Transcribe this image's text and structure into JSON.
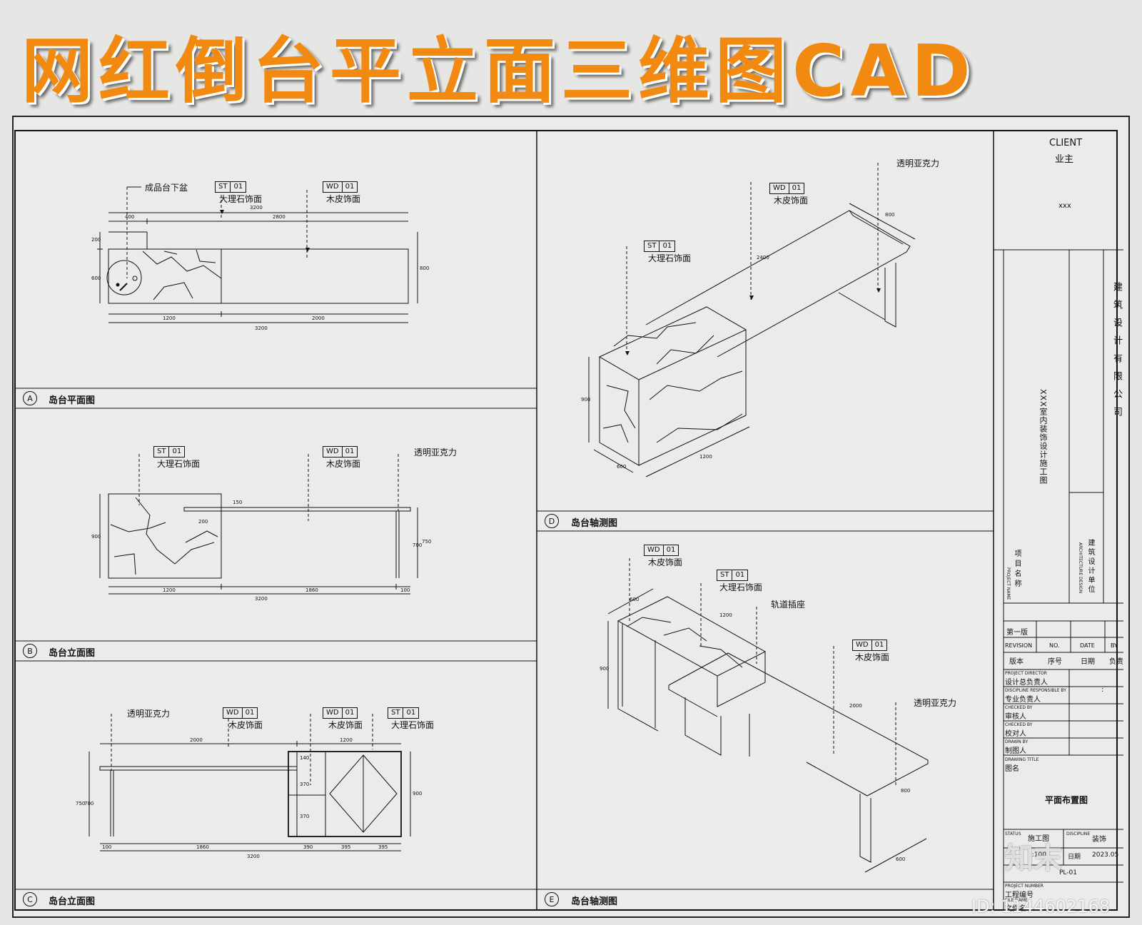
{
  "banner": {
    "title": "网红倒台平立面三维图CAD",
    "color": "#f28a12"
  },
  "views": {
    "a": {
      "letter": "A",
      "title": "岛台平面图",
      "labels": {
        "sink": "成品台下盆",
        "marble": "大理石饰面",
        "wood": "木皮饰面"
      },
      "dims": {
        "top_total": "3200",
        "top_left": "400",
        "top_right": "2800",
        "bot_left": "1200",
        "bot_right": "2000",
        "bot_total": "3200",
        "left_a": "200",
        "left_b": "600",
        "right": "800"
      }
    },
    "b": {
      "letter": "B",
      "title": "岛台立面图",
      "labels": {
        "marble": "大理石饰面",
        "wood": "木皮饰面",
        "acrylic": "透明亚克力"
      },
      "dims": {
        "bot_left": "1200",
        "bot_mid": "1860",
        "bot_right": "100",
        "bot_total": "3200",
        "left": "900",
        "top": "150",
        "overlap": "200",
        "right_a": "700",
        "right_b": "750"
      }
    },
    "c": {
      "letter": "C",
      "title": "岛台立面图",
      "labels": {
        "acrylic": "透明亚克力",
        "wood1": "木皮饰面",
        "wood2": "木皮饰面",
        "marble": "大理石饰面"
      },
      "dims": {
        "top_left": "2000",
        "top_right": "1200",
        "bot_a": "100",
        "bot_b": "1860",
        "bot_c": "390",
        "bot_d": "395",
        "bot_e": "395",
        "bot_total": "3200",
        "left_a": "750",
        "left_b": "700",
        "right": "900",
        "inner_a": "140",
        "inner_b": "370",
        "inner_c": "370"
      }
    },
    "d": {
      "letter": "D",
      "title": "岛台轴测图",
      "labels": {
        "acrylic": "透明亚克力",
        "wood": "木皮饰面",
        "marble": "大理石饰面"
      },
      "dims": {
        "top": "2400",
        "depth": "800",
        "height": "900",
        "d1": "600",
        "d2": "1200"
      }
    },
    "e": {
      "letter": "E",
      "title": "岛台轴测图",
      "labels": {
        "wood1": "木皮饰面",
        "marble": "大理石饰面",
        "socket": "轨道插座",
        "wood2": "木皮饰面",
        "acrylic": "透明亚克力"
      },
      "dims": {
        "d1": "600",
        "d2": "1200",
        "h": "900",
        "top": "2000",
        "depth": "800",
        "w": "600"
      }
    }
  },
  "tags": {
    "st": "ST",
    "wd": "WD",
    "num": "01"
  },
  "title_block": {
    "client_en": "CLIENT",
    "client_cn": "业主",
    "client_value": "xxx",
    "company": "建筑设计有限公司",
    "project_name": "XXX室内装饰设计施工图",
    "project_name_en": "PROJECT NAME",
    "project_name_cn": "项目名称",
    "arch_design_en": "ARCHITECTURE DESIGN",
    "arch_design_cn": "建筑设计单位",
    "revision_first": "第一版",
    "rev_headers_en": [
      "REVISION",
      "NO.",
      "DATE",
      "BY"
    ],
    "rev_headers_cn": [
      "版本",
      "序号",
      "日期",
      "负责"
    ],
    "roles": [
      {
        "en": "PROJECT DIRECTOR",
        "cn": "设计总负责人"
      },
      {
        "en": "DISCIPLINE RESPONSIBLE BY",
        "cn": "专业负责人"
      },
      {
        "en": "CHECKED BY",
        "cn": "审核人"
      },
      {
        "en": "CHECKED BY",
        "cn": "校对人"
      },
      {
        "en": "DRAWN BY",
        "cn": "制图人"
      }
    ],
    "colon": ":",
    "drawing_title_en": "DRAWING TITLE",
    "drawing_title_cn": "图名",
    "drawing_title": "平面布置图",
    "status_en": "STATUS",
    "status_cn": "施工图",
    "discipline_en": "DISCIPLINE",
    "discipline": "装饰",
    "scale": "1:100",
    "date_cn": "日期",
    "date": "2023.05",
    "drawing_no": "PL-01",
    "project_number_en": "PROJECT NUMBER",
    "project_number_cn": "工程编号",
    "file_name_en": "FILE NAME",
    "file_name_cn": "文件名"
  },
  "watermark": {
    "brand": "知末",
    "id": "ID: 1144602168"
  }
}
